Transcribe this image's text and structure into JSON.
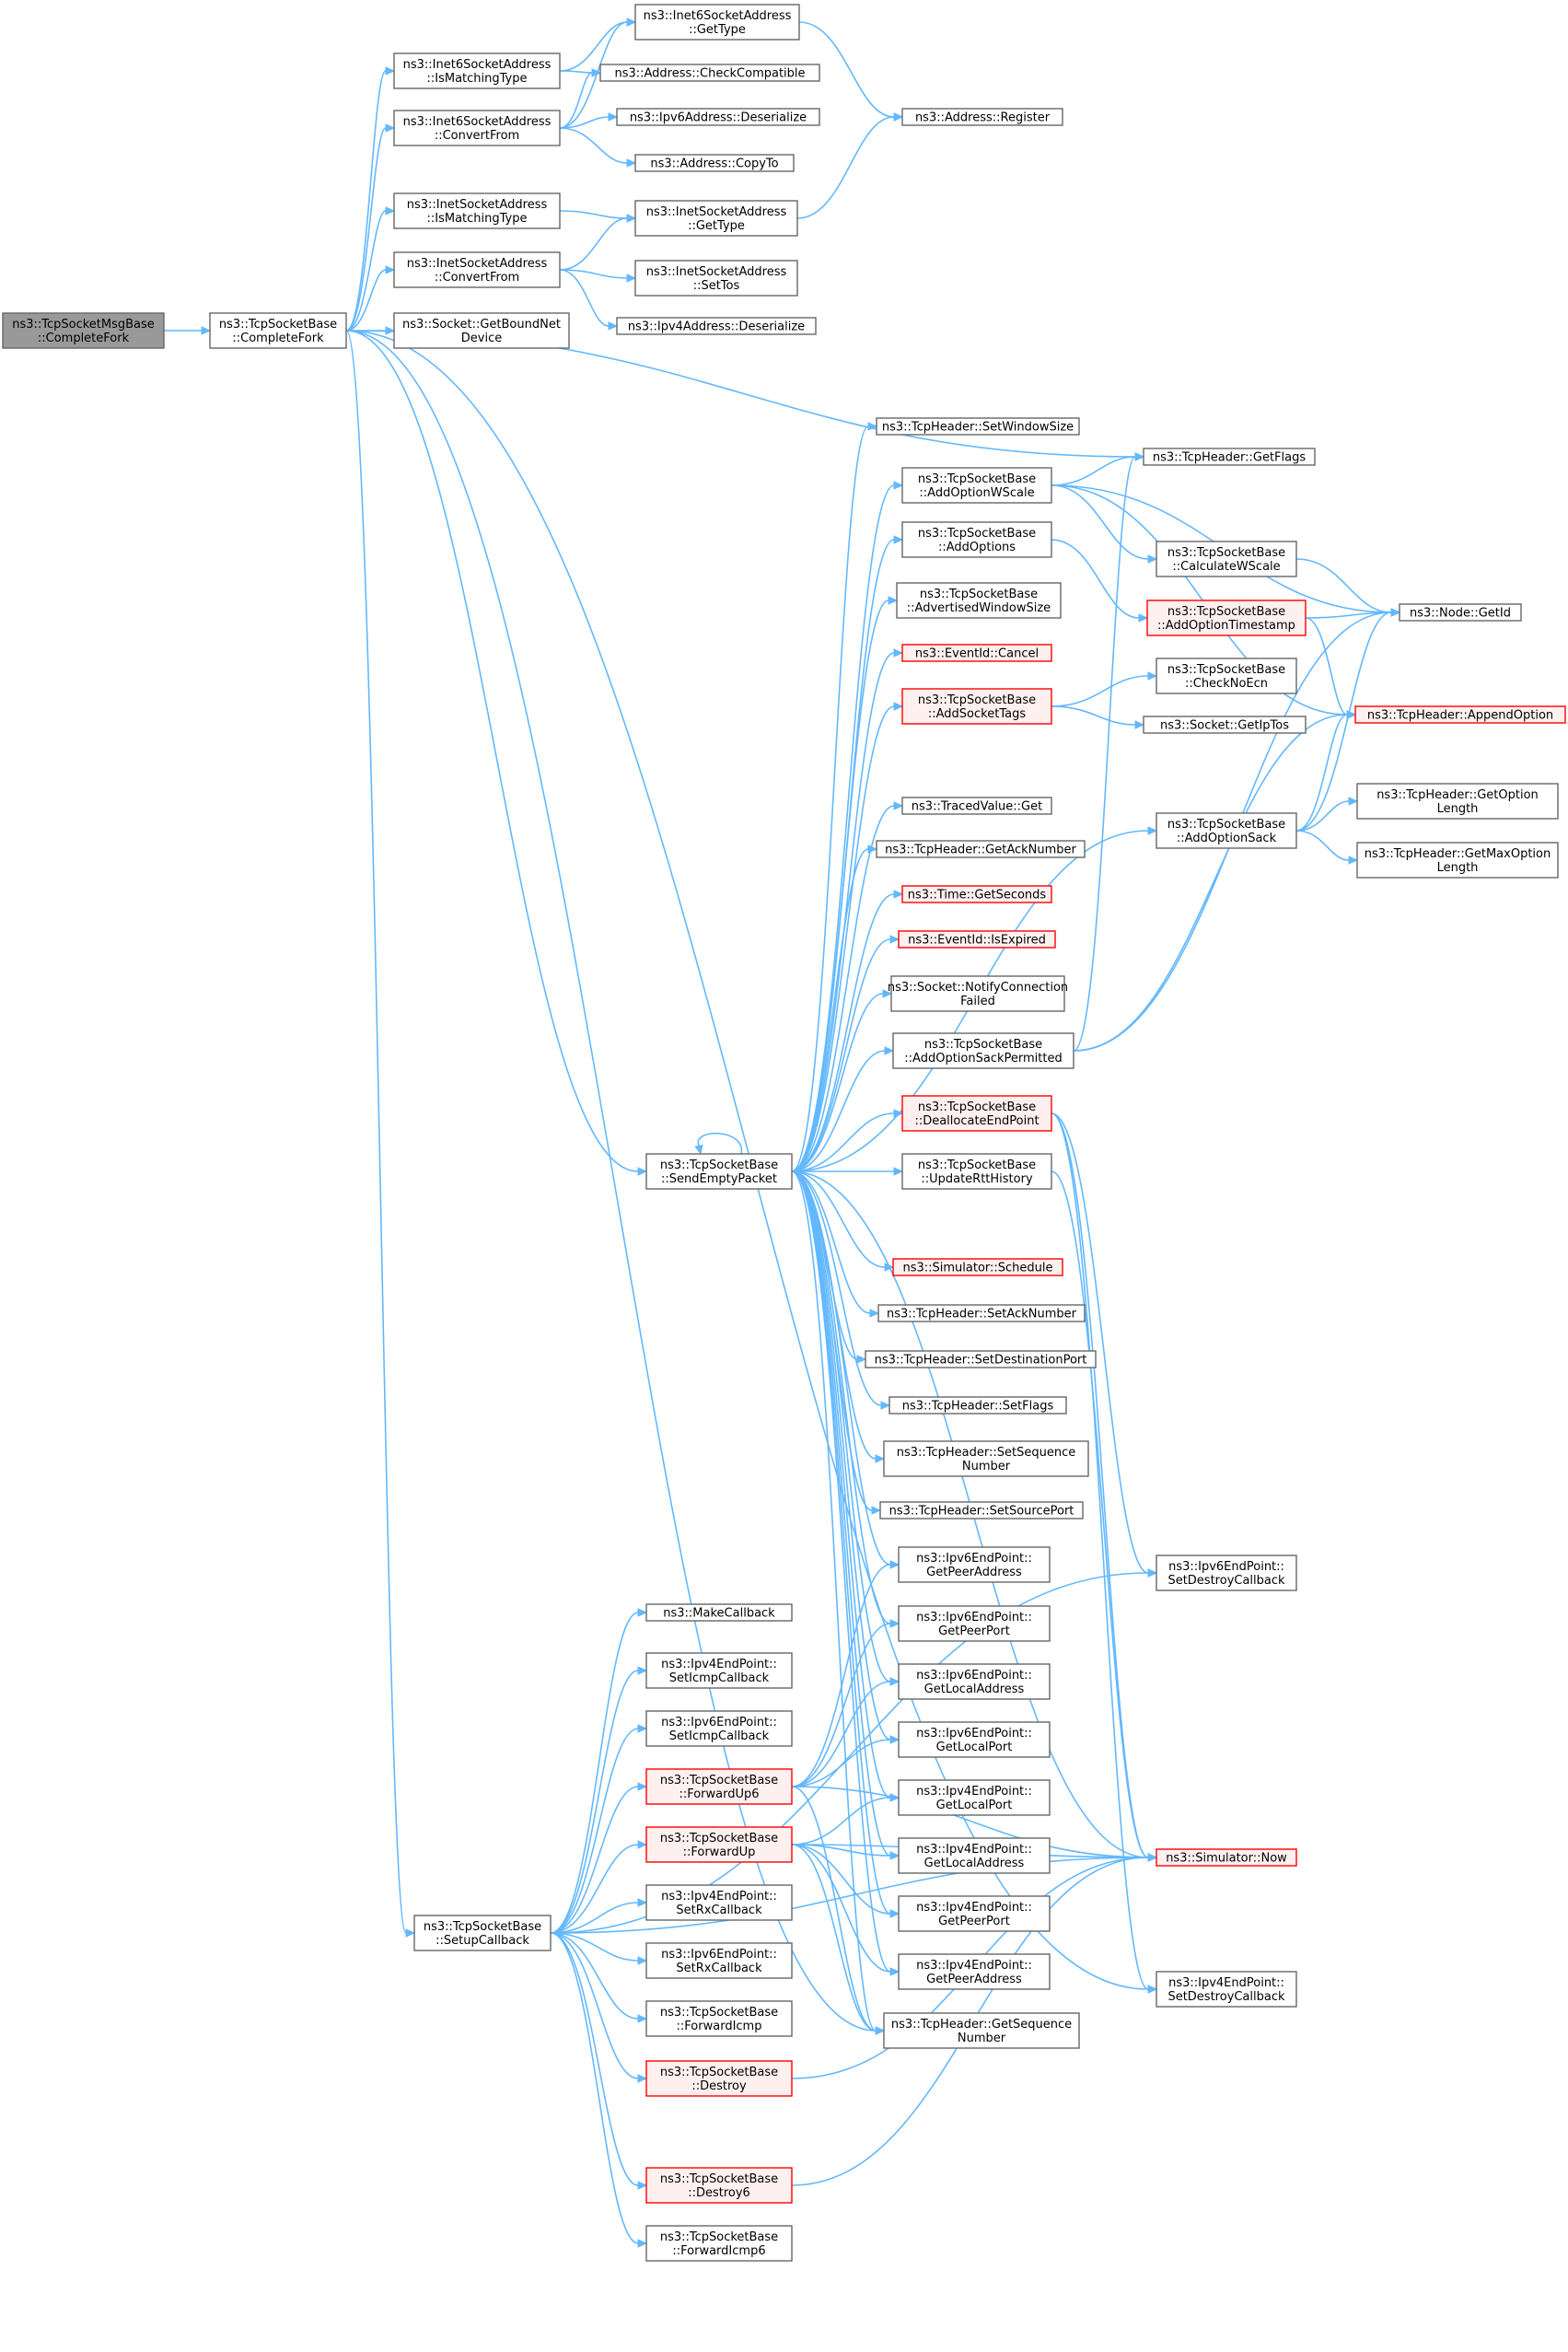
{
  "nodes": [
    {
      "id": "root",
      "lines": [
        "ns3::TcpSocketMsgBase",
        "::CompleteFork"
      ],
      "style": "root"
    },
    {
      "id": "cf",
      "lines": [
        "ns3::TcpSocketBase",
        "::CompleteFork"
      ]
    },
    {
      "id": "i6match",
      "lines": [
        "ns3::Inet6SocketAddress",
        "::IsMatchingType"
      ]
    },
    {
      "id": "i6conv",
      "lines": [
        "ns3::Inet6SocketAddress",
        "::ConvertFrom"
      ]
    },
    {
      "id": "imatch",
      "lines": [
        "ns3::InetSocketAddress",
        "::IsMatchingType"
      ]
    },
    {
      "id": "iconv",
      "lines": [
        "ns3::InetSocketAddress",
        "::ConvertFrom"
      ]
    },
    {
      "id": "getbound",
      "lines": [
        "ns3::Socket::GetBoundNet",
        "Device"
      ]
    },
    {
      "id": "i6type",
      "lines": [
        "ns3::Inet6SocketAddress",
        "::GetType"
      ]
    },
    {
      "id": "checkcompat",
      "lines": [
        "ns3::Address::CheckCompatible"
      ]
    },
    {
      "id": "ipv6deser",
      "lines": [
        "ns3::Ipv6Address::Deserialize"
      ]
    },
    {
      "id": "copyto",
      "lines": [
        "ns3::Address::CopyTo"
      ]
    },
    {
      "id": "itype",
      "lines": [
        "ns3::InetSocketAddress",
        "::GetType"
      ]
    },
    {
      "id": "settos",
      "lines": [
        "ns3::InetSocketAddress",
        "::SetTos"
      ]
    },
    {
      "id": "ipv4deser",
      "lines": [
        "ns3::Ipv4Address::Deserialize"
      ]
    },
    {
      "id": "register",
      "lines": [
        "ns3::Address::Register"
      ]
    },
    {
      "id": "setwin",
      "lines": [
        "ns3::TcpHeader::SetWindowSize"
      ]
    },
    {
      "id": "addwscale",
      "lines": [
        "ns3::TcpSocketBase",
        "::AddOptionWScale"
      ]
    },
    {
      "id": "addopts",
      "lines": [
        "ns3::TcpSocketBase",
        "::AddOptions"
      ]
    },
    {
      "id": "advwin",
      "lines": [
        "ns3::TcpSocketBase",
        "::AdvertisedWindowSize"
      ]
    },
    {
      "id": "cancel",
      "lines": [
        "ns3::EventId::Cancel"
      ],
      "style": "red"
    },
    {
      "id": "addtags",
      "lines": [
        "ns3::TcpSocketBase",
        "::AddSocketTags"
      ],
      "style": "red"
    },
    {
      "id": "tvget",
      "lines": [
        "ns3::TracedValue::Get"
      ]
    },
    {
      "id": "getack",
      "lines": [
        "ns3::TcpHeader::GetAckNumber"
      ]
    },
    {
      "id": "getsec",
      "lines": [
        "ns3::Time::GetSeconds"
      ],
      "style": "red"
    },
    {
      "id": "isexp",
      "lines": [
        "ns3::EventId::IsExpired"
      ],
      "style": "red"
    },
    {
      "id": "notifyfail",
      "lines": [
        "ns3::Socket::NotifyConnection",
        "Failed"
      ]
    },
    {
      "id": "addsackperm",
      "lines": [
        "ns3::TcpSocketBase",
        "::AddOptionSackPermitted"
      ]
    },
    {
      "id": "dealloc",
      "lines": [
        "ns3::TcpSocketBase",
        "::DeallocateEndPoint"
      ],
      "style": "red"
    },
    {
      "id": "updrtt",
      "lines": [
        "ns3::TcpSocketBase",
        "::UpdateRttHistory"
      ]
    },
    {
      "id": "schedule",
      "lines": [
        "ns3::Simulator::Schedule"
      ],
      "style": "red"
    },
    {
      "id": "setack",
      "lines": [
        "ns3::TcpHeader::SetAckNumber"
      ]
    },
    {
      "id": "setdst",
      "lines": [
        "ns3::TcpHeader::SetDestinationPort"
      ]
    },
    {
      "id": "setflags",
      "lines": [
        "ns3::TcpHeader::SetFlags"
      ]
    },
    {
      "id": "setseq",
      "lines": [
        "ns3::TcpHeader::SetSequence",
        "Number"
      ]
    },
    {
      "id": "setsrc",
      "lines": [
        "ns3::TcpHeader::SetSourcePort"
      ]
    },
    {
      "id": "sendempty",
      "lines": [
        "ns3::TcpSocketBase",
        "::SendEmptyPacket"
      ]
    },
    {
      "id": "getflags",
      "lines": [
        "ns3::TcpHeader::GetFlags"
      ]
    },
    {
      "id": "calcws",
      "lines": [
        "ns3::TcpSocketBase",
        "::CalculateWScale"
      ]
    },
    {
      "id": "addts",
      "lines": [
        "ns3::TcpSocketBase",
        "::AddOptionTimestamp"
      ],
      "style": "red"
    },
    {
      "id": "checknoecn",
      "lines": [
        "ns3::TcpSocketBase",
        "::CheckNoEcn"
      ]
    },
    {
      "id": "getiptos",
      "lines": [
        "ns3::Socket::GetIpTos"
      ]
    },
    {
      "id": "addsack",
      "lines": [
        "ns3::TcpSocketBase",
        "::AddOptionSack"
      ]
    },
    {
      "id": "nodegetid",
      "lines": [
        "ns3::Node::GetId"
      ]
    },
    {
      "id": "appendopt",
      "lines": [
        "ns3::TcpHeader::AppendOption"
      ],
      "style": "red"
    },
    {
      "id": "getoptlen",
      "lines": [
        "ns3::TcpHeader::GetOption",
        "Length"
      ]
    },
    {
      "id": "getmaxopt",
      "lines": [
        "ns3::TcpHeader::GetMaxOption",
        "Length"
      ]
    },
    {
      "id": "makecb",
      "lines": [
        "ns3::MakeCallback"
      ]
    },
    {
      "id": "v4seticmp",
      "lines": [
        "ns3::Ipv4EndPoint::",
        "SetIcmpCallback"
      ]
    },
    {
      "id": "v6seticmp",
      "lines": [
        "ns3::Ipv6EndPoint::",
        "SetIcmpCallback"
      ]
    },
    {
      "id": "fwdup6",
      "lines": [
        "ns3::TcpSocketBase",
        "::ForwardUp6"
      ],
      "style": "red"
    },
    {
      "id": "fwdup",
      "lines": [
        "ns3::TcpSocketBase",
        "::ForwardUp"
      ],
      "style": "red"
    },
    {
      "id": "v4setrx",
      "lines": [
        "ns3::Ipv4EndPoint::",
        "SetRxCallback"
      ]
    },
    {
      "id": "v6setrx",
      "lines": [
        "ns3::Ipv6EndPoint::",
        "SetRxCallback"
      ]
    },
    {
      "id": "fwdicmp",
      "lines": [
        "ns3::TcpSocketBase",
        "::ForwardIcmp"
      ]
    },
    {
      "id": "destroy",
      "lines": [
        "ns3::TcpSocketBase",
        "::Destroy"
      ],
      "style": "red"
    },
    {
      "id": "destroy6",
      "lines": [
        "ns3::TcpSocketBase",
        "::Destroy6"
      ],
      "style": "red"
    },
    {
      "id": "fwdicmp6",
      "lines": [
        "ns3::TcpSocketBase",
        "::ForwardIcmp6"
      ]
    },
    {
      "id": "setupcb",
      "lines": [
        "ns3::TcpSocketBase",
        "::SetupCallback"
      ]
    },
    {
      "id": "v6peeraddr",
      "lines": [
        "ns3::Ipv6EndPoint::",
        "GetPeerAddress"
      ]
    },
    {
      "id": "v6peerport",
      "lines": [
        "ns3::Ipv6EndPoint::",
        "GetPeerPort"
      ]
    },
    {
      "id": "v6locaddr",
      "lines": [
        "ns3::Ipv6EndPoint::",
        "GetLocalAddress"
      ]
    },
    {
      "id": "v6locport",
      "lines": [
        "ns3::Ipv6EndPoint::",
        "GetLocalPort"
      ]
    },
    {
      "id": "v4locport",
      "lines": [
        "ns3::Ipv4EndPoint::",
        "GetLocalPort"
      ]
    },
    {
      "id": "v4locaddr",
      "lines": [
        "ns3::Ipv4EndPoint::",
        "GetLocalAddress"
      ]
    },
    {
      "id": "v4peerport",
      "lines": [
        "ns3::Ipv4EndPoint::",
        "GetPeerPort"
      ]
    },
    {
      "id": "v4peeraddr",
      "lines": [
        "ns3::Ipv4EndPoint::",
        "GetPeerAddress"
      ]
    },
    {
      "id": "getseq",
      "lines": [
        "ns3::TcpHeader::GetSequence",
        "Number"
      ]
    },
    {
      "id": "v6setdestroy",
      "lines": [
        "ns3::Ipv6EndPoint::",
        "SetDestroyCallback"
      ]
    },
    {
      "id": "simnow",
      "lines": [
        "ns3::Simulator::Now"
      ],
      "style": "red"
    },
    {
      "id": "v4setdestroy",
      "lines": [
        "ns3::Ipv4EndPoint::",
        "SetDestroyCallback"
      ]
    }
  ],
  "edges": [
    [
      "root",
      "cf"
    ],
    [
      "cf",
      "i6match"
    ],
    [
      "cf",
      "i6conv"
    ],
    [
      "cf",
      "imatch"
    ],
    [
      "cf",
      "iconv"
    ],
    [
      "cf",
      "getbound"
    ],
    [
      "cf",
      "getflags"
    ],
    [
      "cf",
      "sendempty"
    ],
    [
      "cf",
      "setupcb"
    ],
    [
      "cf",
      "getseq"
    ],
    [
      "cf",
      "v4setdestroy"
    ],
    [
      "i6match",
      "i6type"
    ],
    [
      "i6match",
      "checkcompat"
    ],
    [
      "i6conv",
      "i6type"
    ],
    [
      "i6conv",
      "checkcompat"
    ],
    [
      "i6conv",
      "ipv6deser"
    ],
    [
      "i6conv",
      "copyto"
    ],
    [
      "imatch",
      "itype"
    ],
    [
      "iconv",
      "itype"
    ],
    [
      "iconv",
      "settos"
    ],
    [
      "iconv",
      "ipv4deser"
    ],
    [
      "i6type",
      "register"
    ],
    [
      "itype",
      "register"
    ],
    [
      "sendempty",
      "setwin"
    ],
    [
      "sendempty",
      "addwscale"
    ],
    [
      "sendempty",
      "addopts"
    ],
    [
      "sendempty",
      "advwin"
    ],
    [
      "sendempty",
      "cancel"
    ],
    [
      "sendempty",
      "addtags"
    ],
    [
      "sendempty",
      "tvget"
    ],
    [
      "sendempty",
      "getack"
    ],
    [
      "sendempty",
      "getsec"
    ],
    [
      "sendempty",
      "isexp"
    ],
    [
      "sendempty",
      "notifyfail"
    ],
    [
      "sendempty",
      "addsackperm"
    ],
    [
      "sendempty",
      "dealloc"
    ],
    [
      "sendempty",
      "updrtt"
    ],
    [
      "sendempty",
      "schedule"
    ],
    [
      "sendempty",
      "setack"
    ],
    [
      "sendempty",
      "setdst"
    ],
    [
      "sendempty",
      "setflags"
    ],
    [
      "sendempty",
      "setseq"
    ],
    [
      "sendempty",
      "setsrc"
    ],
    [
      "sendempty",
      "addsack"
    ],
    [
      "sendempty",
      "simnow"
    ],
    [
      "sendempty",
      "v6peeraddr"
    ],
    [
      "sendempty",
      "v6peerport"
    ],
    [
      "sendempty",
      "v6locaddr"
    ],
    [
      "sendempty",
      "v6locport"
    ],
    [
      "sendempty",
      "v4locport"
    ],
    [
      "sendempty",
      "v4locaddr"
    ],
    [
      "sendempty",
      "v4peerport"
    ],
    [
      "sendempty",
      "v4peeraddr"
    ],
    [
      "sendempty",
      "getseq"
    ],
    [
      "sendempty",
      "sendempty"
    ],
    [
      "addwscale",
      "getflags"
    ],
    [
      "addwscale",
      "calcws"
    ],
    [
      "addwscale",
      "nodegetid"
    ],
    [
      "addwscale",
      "appendopt"
    ],
    [
      "addopts",
      "addts"
    ],
    [
      "addts",
      "nodegetid"
    ],
    [
      "addts",
      "appendopt"
    ],
    [
      "calcws",
      "nodegetid"
    ],
    [
      "addtags",
      "checknoecn"
    ],
    [
      "addtags",
      "getiptos"
    ],
    [
      "addsack",
      "getoptlen"
    ],
    [
      "addsack",
      "getmaxopt"
    ],
    [
      "addsack",
      "appendopt"
    ],
    [
      "addsack",
      "nodegetid"
    ],
    [
      "addsackperm",
      "getflags"
    ],
    [
      "addsackperm",
      "nodegetid"
    ],
    [
      "addsackperm",
      "appendopt"
    ],
    [
      "dealloc",
      "v6setdestroy"
    ],
    [
      "dealloc",
      "simnow"
    ],
    [
      "dealloc",
      "v4setdestroy"
    ],
    [
      "updrtt",
      "simnow"
    ],
    [
      "setupcb",
      "makecb"
    ],
    [
      "setupcb",
      "v4seticmp"
    ],
    [
      "setupcb",
      "v6seticmp"
    ],
    [
      "setupcb",
      "fwdup6"
    ],
    [
      "setupcb",
      "fwdup"
    ],
    [
      "setupcb",
      "v4setrx"
    ],
    [
      "setupcb",
      "v6setrx"
    ],
    [
      "setupcb",
      "fwdicmp"
    ],
    [
      "setupcb",
      "destroy"
    ],
    [
      "setupcb",
      "destroy6"
    ],
    [
      "setupcb",
      "fwdicmp6"
    ],
    [
      "setupcb",
      "v6setdestroy"
    ],
    [
      "setupcb",
      "simnow"
    ],
    [
      "fwdup6",
      "v6peeraddr"
    ],
    [
      "fwdup6",
      "v6peerport"
    ],
    [
      "fwdup6",
      "v6locaddr"
    ],
    [
      "fwdup6",
      "v6locport"
    ],
    [
      "fwdup6",
      "getseq"
    ],
    [
      "fwdup6",
      "simnow"
    ],
    [
      "fwdup",
      "v4locport"
    ],
    [
      "fwdup",
      "v4locaddr"
    ],
    [
      "fwdup",
      "v4peerport"
    ],
    [
      "fwdup",
      "v4peeraddr"
    ],
    [
      "fwdup",
      "getseq"
    ],
    [
      "fwdup",
      "simnow"
    ],
    [
      "destroy",
      "simnow"
    ],
    [
      "destroy6",
      "simnow"
    ]
  ]
}
